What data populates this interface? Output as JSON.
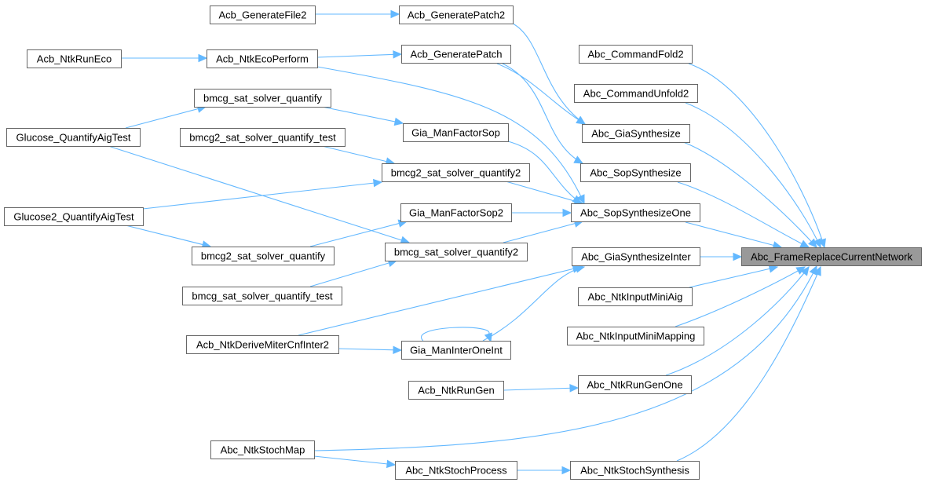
{
  "diagram": {
    "type": "call-graph",
    "colors": {
      "edge": "#63b8ff",
      "node_border": "#666666",
      "focus_fill": "#999999",
      "node_fill": "#ffffff"
    },
    "focus_node": "Abc_FrameReplaceCurrentNetwork",
    "nodes": [
      {
        "id": "Acb_GenerateFile2",
        "label": "Acb_GenerateFile2"
      },
      {
        "id": "Acb_GeneratePatch2",
        "label": "Acb_GeneratePatch2"
      },
      {
        "id": "Acb_NtkRunEco",
        "label": "Acb_NtkRunEco"
      },
      {
        "id": "Acb_NtkEcoPerform",
        "label": "Acb_NtkEcoPerform"
      },
      {
        "id": "Acb_GeneratePatch",
        "label": "Acb_GeneratePatch"
      },
      {
        "id": "Abc_CommandFold2",
        "label": "Abc_CommandFold2"
      },
      {
        "id": "Abc_CommandUnfold2",
        "label": "Abc_CommandUnfold2"
      },
      {
        "id": "bmcg_sat_solver_quantify",
        "label": "bmcg_sat_solver_quantify"
      },
      {
        "id": "Abc_GiaSynthesize",
        "label": "Abc_GiaSynthesize"
      },
      {
        "id": "Glucose_QuantifyAigTest",
        "label": "Glucose_QuantifyAigTest"
      },
      {
        "id": "bmcg2_sat_solver_quantify_test",
        "label": "bmcg2_sat_solver_quantify_test"
      },
      {
        "id": "Gia_ManFactorSop",
        "label": "Gia_ManFactorSop"
      },
      {
        "id": "Abc_SopSynthesize",
        "label": "Abc_SopSynthesize"
      },
      {
        "id": "bmcg2_sat_solver_quantify2",
        "label": "bmcg2_sat_solver_quantify2"
      },
      {
        "id": "Glucose2_QuantifyAigTest",
        "label": "Glucose2_QuantifyAigTest"
      },
      {
        "id": "Gia_ManFactorSop2",
        "label": "Gia_ManFactorSop2"
      },
      {
        "id": "Abc_SopSynthesizeOne",
        "label": "Abc_SopSynthesizeOne"
      },
      {
        "id": "bmcg2_sat_solver_quantify",
        "label": "bmcg2_sat_solver_quantify"
      },
      {
        "id": "bmcg_sat_solver_quantify2",
        "label": "bmcg_sat_solver_quantify2"
      },
      {
        "id": "Abc_GiaSynthesizeInter",
        "label": "Abc_GiaSynthesizeInter"
      },
      {
        "id": "Abc_FrameReplaceCurrentNetwork",
        "label": "Abc_FrameReplaceCurrentNetwork"
      },
      {
        "id": "bmcg_sat_solver_quantify_test",
        "label": "bmcg_sat_solver_quantify_test"
      },
      {
        "id": "Abc_NtkInputMiniAig",
        "label": "Abc_NtkInputMiniAig"
      },
      {
        "id": "Abc_NtkInputMiniMapping",
        "label": "Abc_NtkInputMiniMapping"
      },
      {
        "id": "Acb_NtkDeriveMiterCnfInter2",
        "label": "Acb_NtkDeriveMiterCnfInter2"
      },
      {
        "id": "Gia_ManInterOneInt",
        "label": "Gia_ManInterOneInt"
      },
      {
        "id": "Acb_NtkRunGen",
        "label": "Acb_NtkRunGen"
      },
      {
        "id": "Abc_NtkRunGenOne",
        "label": "Abc_NtkRunGenOne"
      },
      {
        "id": "Abc_NtkStochMap",
        "label": "Abc_NtkStochMap"
      },
      {
        "id": "Abc_NtkStochProcess",
        "label": "Abc_NtkStochProcess"
      },
      {
        "id": "Abc_NtkStochSynthesis",
        "label": "Abc_NtkStochSynthesis"
      }
    ],
    "edges": [
      {
        "from": "Acb_GenerateFile2",
        "to": "Acb_GeneratePatch2"
      },
      {
        "from": "Acb_NtkRunEco",
        "to": "Acb_NtkEcoPerform"
      },
      {
        "from": "Acb_NtkEcoPerform",
        "to": "Acb_GeneratePatch"
      },
      {
        "from": "Acb_NtkEcoPerform",
        "to": "Abc_SopSynthesizeOne"
      },
      {
        "from": "Acb_GeneratePatch2",
        "to": "Abc_GiaSynthesize"
      },
      {
        "from": "Acb_GeneratePatch",
        "to": "Abc_GiaSynthesize"
      },
      {
        "from": "Acb_GeneratePatch",
        "to": "Abc_SopSynthesize"
      },
      {
        "from": "Glucose_QuantifyAigTest",
        "to": "bmcg_sat_solver_quantify"
      },
      {
        "from": "Glucose_QuantifyAigTest",
        "to": "bmcg_sat_solver_quantify2"
      },
      {
        "from": "bmcg_sat_solver_quantify",
        "to": "Gia_ManFactorSop"
      },
      {
        "from": "bmcg2_sat_solver_quantify_test",
        "to": "bmcg2_sat_solver_quantify2"
      },
      {
        "from": "Glucose2_QuantifyAigTest",
        "to": "bmcg2_sat_solver_quantify2"
      },
      {
        "from": "Glucose2_QuantifyAigTest",
        "to": "bmcg2_sat_solver_quantify"
      },
      {
        "from": "bmcg2_sat_solver_quantify",
        "to": "Gia_ManFactorSop2"
      },
      {
        "from": "bmcg_sat_solver_quantify_test",
        "to": "bmcg_sat_solver_quantify2"
      },
      {
        "from": "Gia_ManFactorSop",
        "to": "Abc_SopSynthesizeOne"
      },
      {
        "from": "bmcg2_sat_solver_quantify2",
        "to": "Abc_SopSynthesizeOne"
      },
      {
        "from": "Gia_ManFactorSop2",
        "to": "Abc_SopSynthesizeOne"
      },
      {
        "from": "bmcg_sat_solver_quantify2",
        "to": "Abc_SopSynthesizeOne"
      },
      {
        "from": "Acb_NtkDeriveMiterCnfInter2",
        "to": "Abc_GiaSynthesizeInter"
      },
      {
        "from": "Acb_NtkDeriveMiterCnfInter2",
        "to": "Gia_ManInterOneInt"
      },
      {
        "from": "Gia_ManInterOneInt",
        "to": "Gia_ManInterOneInt"
      },
      {
        "from": "Gia_ManInterOneInt",
        "to": "Abc_GiaSynthesizeInter"
      },
      {
        "from": "Acb_NtkRunGen",
        "to": "Abc_NtkRunGenOne"
      },
      {
        "from": "Abc_NtkStochMap",
        "to": "Abc_NtkStochProcess"
      },
      {
        "from": "Abc_NtkStochMap",
        "to": "Abc_FrameReplaceCurrentNetwork"
      },
      {
        "from": "Abc_NtkStochProcess",
        "to": "Abc_NtkStochSynthesis"
      },
      {
        "from": "Abc_CommandFold2",
        "to": "Abc_FrameReplaceCurrentNetwork"
      },
      {
        "from": "Abc_CommandUnfold2",
        "to": "Abc_FrameReplaceCurrentNetwork"
      },
      {
        "from": "Abc_GiaSynthesize",
        "to": "Abc_FrameReplaceCurrentNetwork"
      },
      {
        "from": "Abc_SopSynthesize",
        "to": "Abc_FrameReplaceCurrentNetwork"
      },
      {
        "from": "Abc_SopSynthesizeOne",
        "to": "Abc_FrameReplaceCurrentNetwork"
      },
      {
        "from": "Abc_GiaSynthesizeInter",
        "to": "Abc_FrameReplaceCurrentNetwork"
      },
      {
        "from": "Abc_NtkInputMiniAig",
        "to": "Abc_FrameReplaceCurrentNetwork"
      },
      {
        "from": "Abc_NtkInputMiniMapping",
        "to": "Abc_FrameReplaceCurrentNetwork"
      },
      {
        "from": "Abc_NtkRunGenOne",
        "to": "Abc_FrameReplaceCurrentNetwork"
      },
      {
        "from": "Abc_NtkStochSynthesis",
        "to": "Abc_FrameReplaceCurrentNetwork"
      }
    ]
  }
}
